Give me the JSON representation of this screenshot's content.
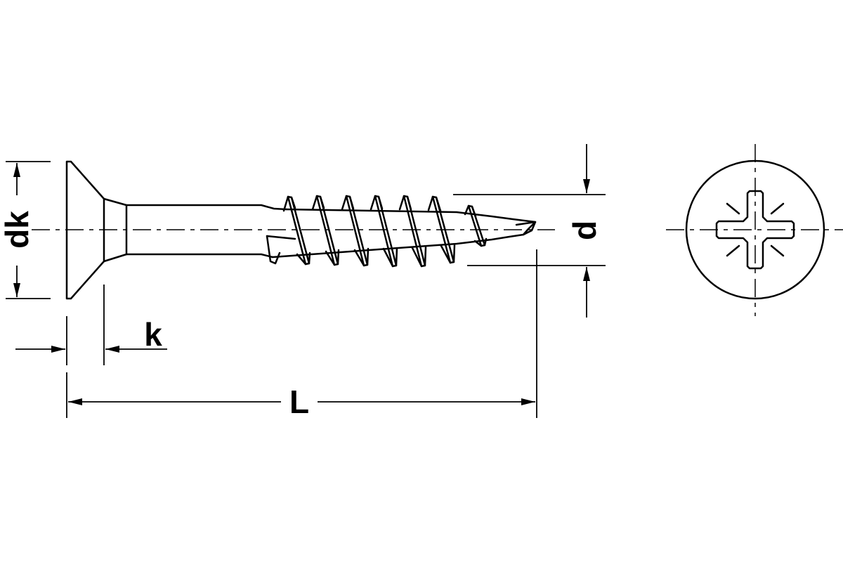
{
  "labels": {
    "head_diameter": "dk",
    "head_height": "k",
    "length": "L",
    "thread_diameter": "d"
  },
  "colors": {
    "line": "#000000",
    "background": "#ffffff"
  },
  "icons": {
    "drive": "pozidriv-cross-icon",
    "arrow": "arrowhead-icon"
  }
}
